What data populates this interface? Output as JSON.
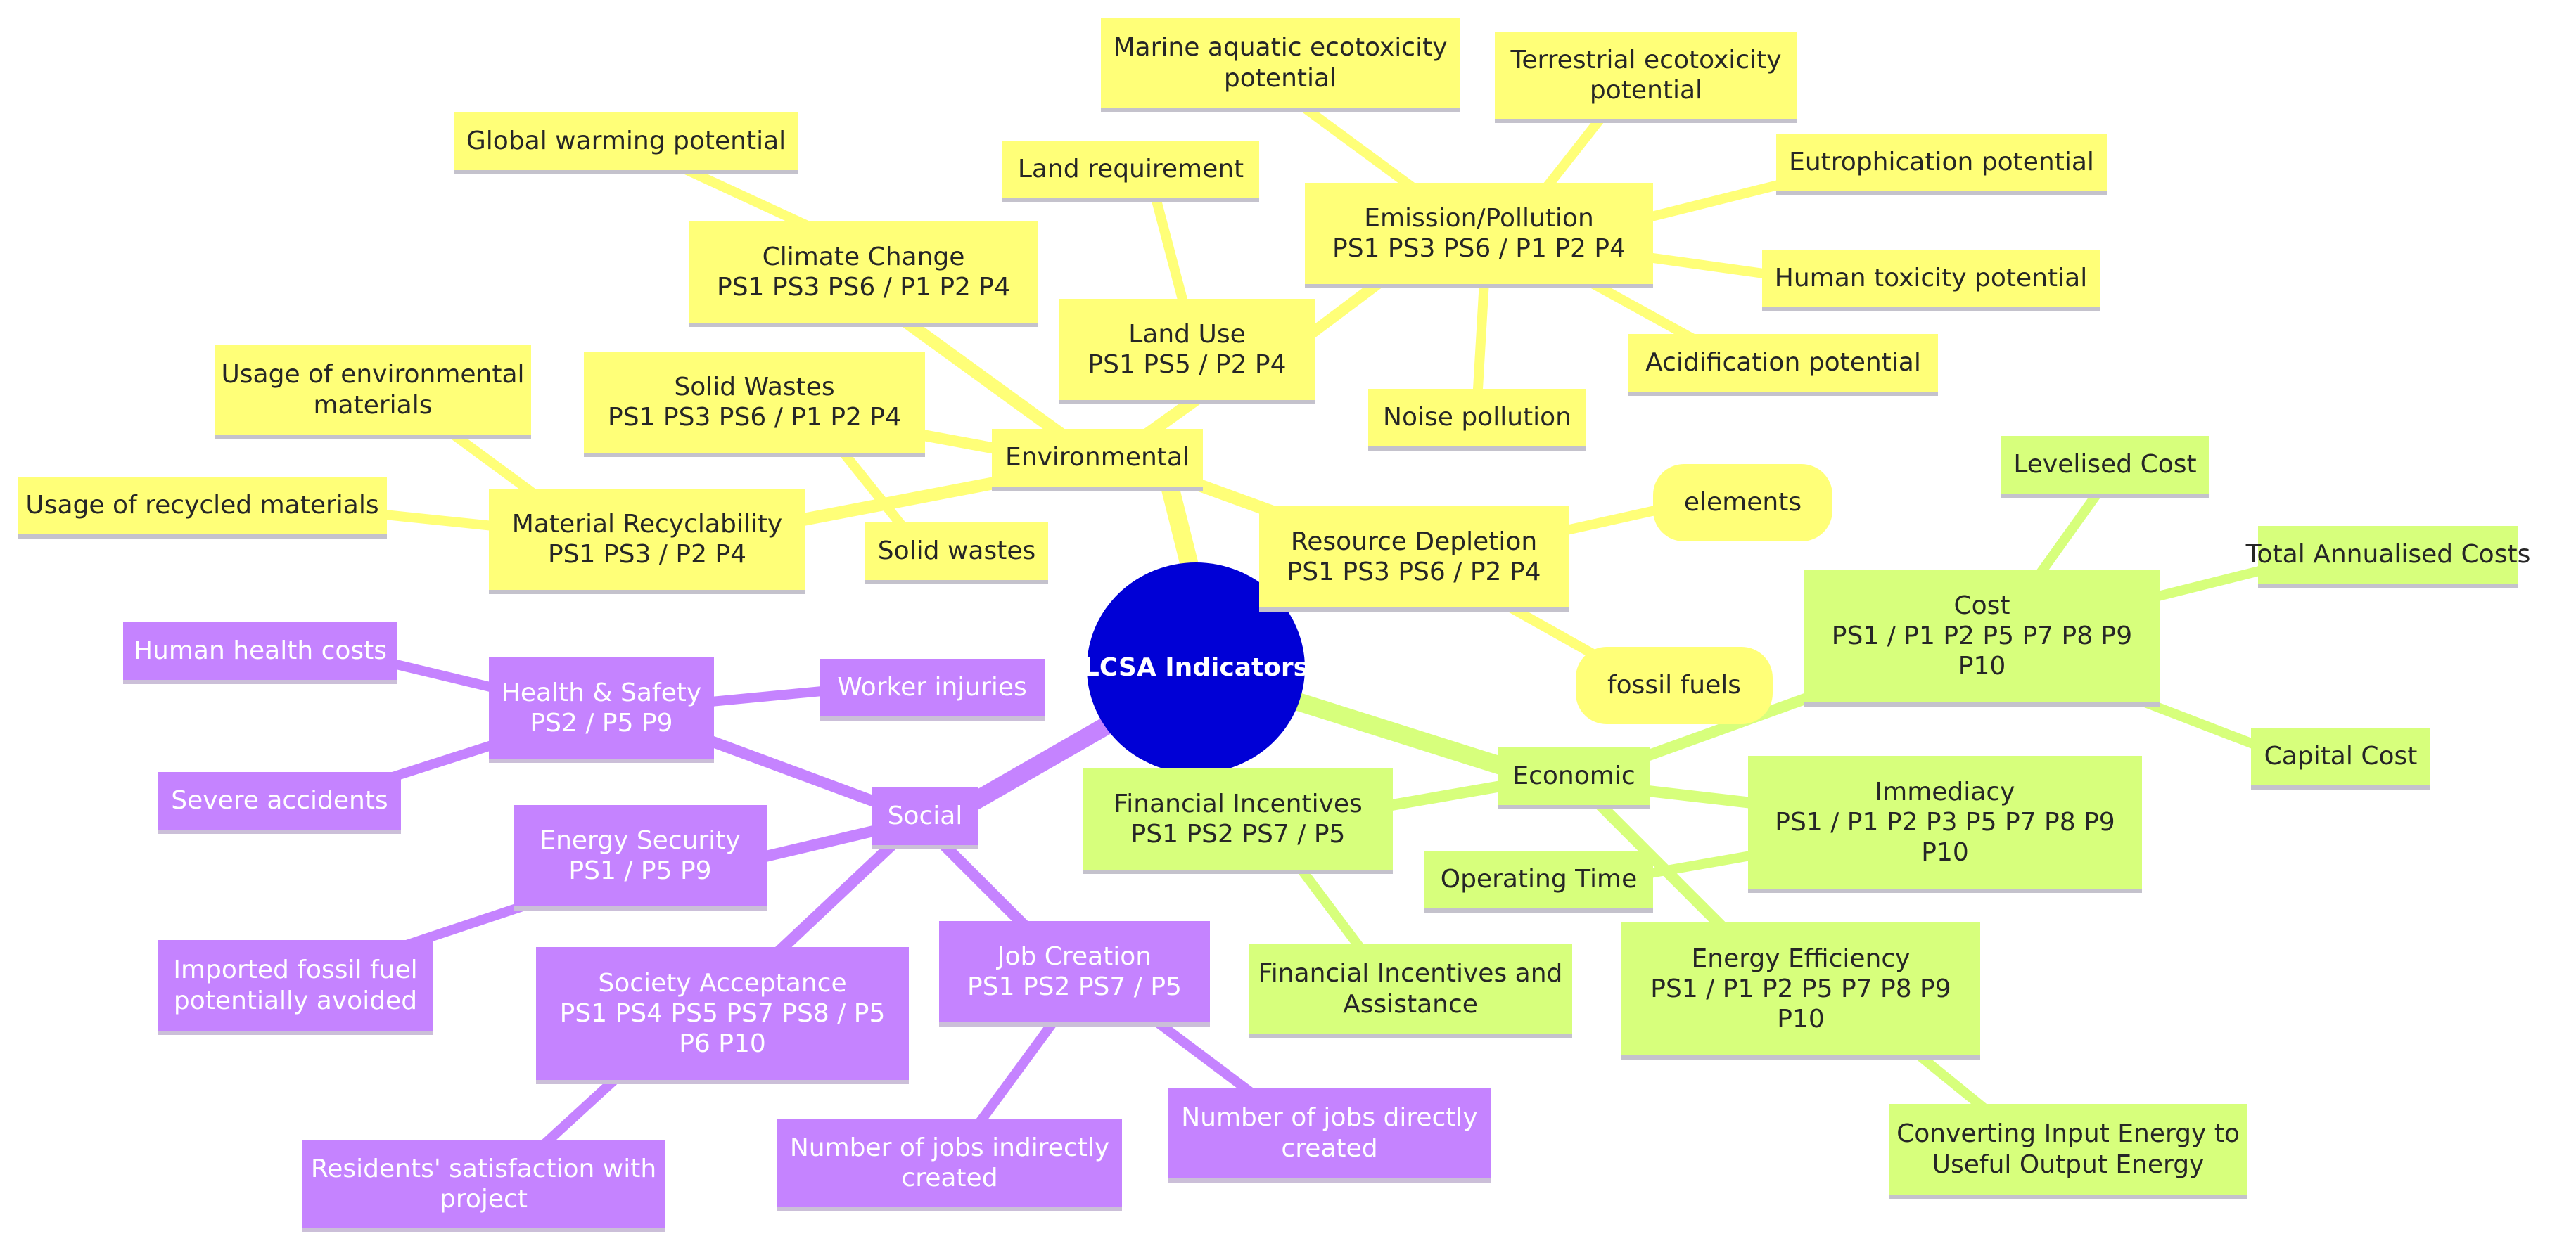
{
  "root": {
    "label": "LCSA Indicators",
    "color": "#0000d6"
  },
  "colors": {
    "environmental": "#ffff78",
    "economic": "#d7ff7c",
    "social": "#c583ff"
  },
  "environmental": {
    "label": "Environmental",
    "climate_change": {
      "title": "Climate Change",
      "codes": "PS1 PS3 PS6 / P1 P2 P4"
    },
    "global_warming": "Global warming potential",
    "land_use": {
      "title": "Land Use",
      "codes": "PS1 PS5 / P2 P4"
    },
    "land_requirement": "Land requirement",
    "emission": {
      "title": "Emission/Pollution",
      "codes": "PS1 PS3 PS6 / P1 P2 P4"
    },
    "marine": [
      "Marine aquatic ecotoxicity",
      "potential"
    ],
    "terrestrial": [
      "Terrestrial ecotoxicity",
      "potential"
    ],
    "eutrophication": "Eutrophication potential",
    "human_toxicity": "Human toxicity potential",
    "acidification": "Acidification potential",
    "noise": "Noise pollution",
    "solid_wastes": {
      "title": "Solid Wastes",
      "codes": "PS1 PS3 PS6 / P1 P2 P4"
    },
    "solid_wastes_leaf": "Solid wastes",
    "material_recyclability": {
      "title": "Material Recyclability",
      "codes": "PS1 PS3 / P2 P4"
    },
    "usage_environmental": [
      "Usage of environmental",
      "materials"
    ],
    "usage_recycled": "Usage of recycled materials",
    "resource_depletion": {
      "title": "Resource Depletion",
      "codes": "PS1 PS3 PS6 / P2 P4"
    },
    "elements": "elements",
    "fossil_fuels": "fossil fuels"
  },
  "economic": {
    "label": "Economic",
    "cost": {
      "title": "Cost",
      "codes": [
        "PS1 / P1 P2 P5 P7 P8 P9",
        "P10"
      ]
    },
    "levelised": "Levelised Cost",
    "total_annualised": "Total Annualised Costs",
    "capital": "Capital Cost",
    "immediacy": {
      "title": "Immediacy",
      "codes": [
        "PS1 / P1 P2 P3 P5 P7 P8 P9",
        "P10"
      ]
    },
    "operating_time": "Operating Time",
    "energy_efficiency": {
      "title": "Energy Efficiency",
      "codes": [
        "PS1 / P1 P2 P5 P7 P8 P9",
        "P10"
      ]
    },
    "converting": [
      "Converting Input Energy to",
      "Useful Output Energy"
    ],
    "financial_incentives": {
      "title": "Financial Incentives",
      "codes": "PS1 PS2 PS7 / P5"
    },
    "financial_assistance": [
      "Financial Incentives and",
      "Assistance"
    ]
  },
  "social": {
    "label": "Social",
    "health_safety": {
      "title": "Health & Safety",
      "codes": "PS2 / P5 P9"
    },
    "human_health": "Human health costs",
    "severe_accidents": "Severe accidents",
    "worker_injuries": "Worker injuries",
    "energy_security": {
      "title": "Energy Security",
      "codes": "PS1 / P5 P9"
    },
    "imported_fossil": [
      "Imported fossil fuel",
      "potentially avoided"
    ],
    "society_acceptance": {
      "title": "Society Acceptance",
      "codes": [
        "PS1 PS4 PS5 PS7 PS8 / P5",
        "P6 P10"
      ]
    },
    "residents": [
      "Residents' satisfaction with",
      "project"
    ],
    "job_creation": {
      "title": "Job Creation",
      "codes": "PS1 PS2 PS7 / P5"
    },
    "jobs_indirect": [
      "Number of jobs indirectly",
      "created"
    ],
    "jobs_direct": [
      "Number of jobs directly",
      "created"
    ]
  }
}
